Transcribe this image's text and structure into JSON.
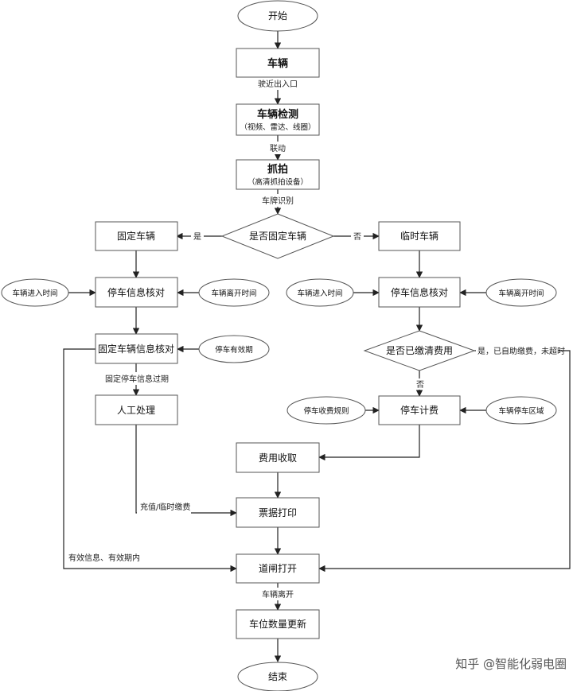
{
  "nodes": {
    "start": "开始",
    "vehicle": "车辆",
    "detect": "车辆检测",
    "detect_sub": "（视频、雷达、线圈）",
    "capture": "抓拍",
    "capture_sub": "（高清抓拍设备）",
    "is_fixed": "是否固定车辆",
    "fixed_vehicle": "固定车辆",
    "temp_vehicle": "临时车辆",
    "check_left": "停车信息核对",
    "check_right": "停车信息核对",
    "entry_time_left": "车辆进入时间",
    "leave_time_left": "车辆离开时间",
    "entry_time_right": "车辆进入时间",
    "leave_time_right": "车辆离开时间",
    "fixed_check": "固定车辆信息核对",
    "valid_period": "停车有效期",
    "paid": "是否已缴清费用",
    "manual": "人工处理",
    "billing": "停车计费",
    "fee_rules": "停车收费规则",
    "parking_area": "车辆停车区域",
    "fee_collect": "费用收取",
    "receipt": "票据打印",
    "gate": "道闸打开",
    "slot_update": "车位数量更新",
    "end": "结束"
  },
  "edge_labels": {
    "approach": "驶近出入口",
    "link": "联动",
    "plate": "车牌识别",
    "yes": "是",
    "no": "否",
    "expired": "固定停车信息过期",
    "recharge": "充值/临时缴费",
    "valid_info": "有效信息、有效期内",
    "paid_yes": "是，已自助缴费，未超时",
    "paid_no": "否",
    "leave": "车辆离开"
  },
  "watermark": "知乎 @智能化弱电圈"
}
